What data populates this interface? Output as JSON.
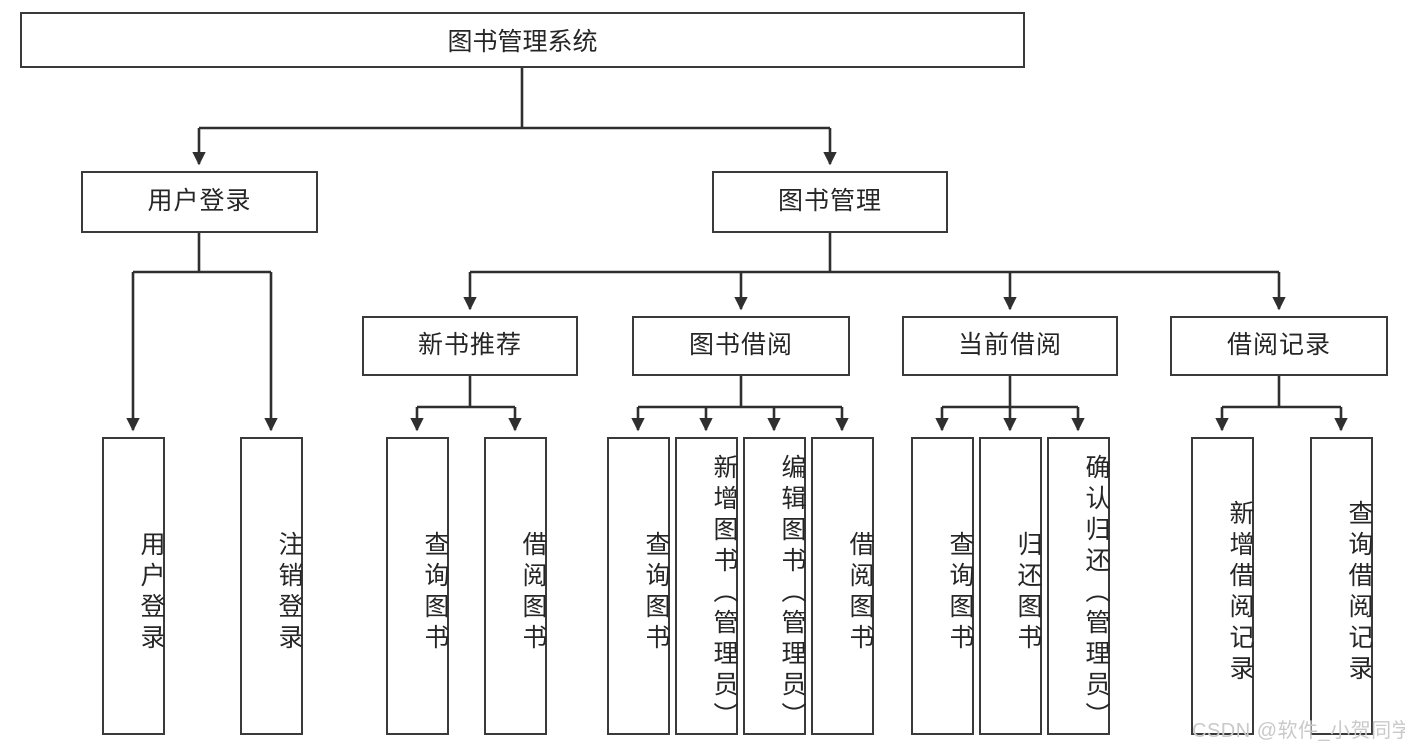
{
  "diagram": {
    "title": "图书管理系统",
    "type": "tree",
    "root": {
      "label": "图书管理系统"
    },
    "level2": [
      {
        "label": "用户登录"
      },
      {
        "label": "图书管理"
      }
    ],
    "level3": [
      {
        "label": "新书推荐"
      },
      {
        "label": "图书借阅"
      },
      {
        "label": "当前借阅"
      },
      {
        "label": "借阅记录"
      }
    ],
    "leaves": {
      "user_login": [
        {
          "label": "用户登录"
        },
        {
          "label": "注销登录"
        }
      ],
      "new_book_recommend": [
        {
          "label": "查询图书"
        },
        {
          "label": "借阅图书"
        }
      ],
      "book_borrow": [
        {
          "label": "查询图书"
        },
        {
          "label": "新增图书（管理员）"
        },
        {
          "label": "编辑图书（管理员）"
        },
        {
          "label": "借阅图书"
        }
      ],
      "current_borrow": [
        {
          "label": "查询图书"
        },
        {
          "label": "归还图书"
        },
        {
          "label": "确认归还（管理员）"
        }
      ],
      "borrow_record": [
        {
          "label": "新增借阅记录"
        },
        {
          "label": "查询借阅记录"
        }
      ]
    }
  },
  "watermark": {
    "text": "CSDN @软件_小贺同学"
  },
  "colors": {
    "box_border": "#3a3a3a",
    "box_fill": "#ffffff",
    "text": "#262626",
    "connector": "#2f2f2f",
    "watermark": "#c9c9c9",
    "background": "#ffffff"
  }
}
